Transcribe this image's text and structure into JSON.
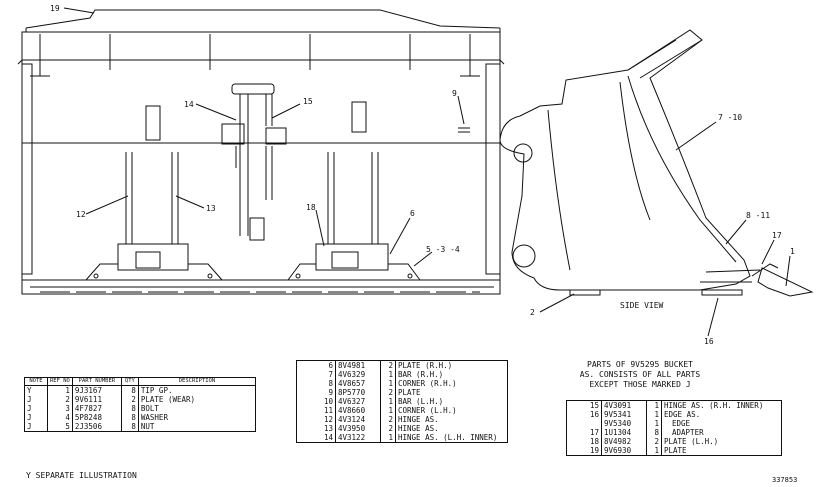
{
  "callouts": {
    "c19": "19",
    "c14": "14",
    "c15": "15",
    "c9": "9",
    "c12": "12",
    "c13": "13",
    "c18": "18",
    "c6": "6",
    "c5": "5 -3 -4",
    "c7": "7 -10",
    "c8": "8 -11",
    "c17": "17",
    "c1": "1",
    "c2": "2",
    "c16": "16"
  },
  "side_view_label": "SIDE VIEW",
  "left_table": {
    "headers": {
      "note": "NOTE",
      "ref": "REF NO",
      "part": "PART NUMBER",
      "qty": "QTY",
      "desc": "DESCRIPTION"
    },
    "rows": [
      {
        "note": "Y",
        "ref": "1",
        "part": "9J3167",
        "qty": "8",
        "desc": "TIP GP."
      },
      {
        "note": "J",
        "ref": "2",
        "part": "9V6111",
        "qty": "2",
        "desc": "PLATE (WEAR)"
      },
      {
        "note": "J",
        "ref": "3",
        "part": "4F7827",
        "qty": "8",
        "desc": "BOLT"
      },
      {
        "note": "J",
        "ref": "4",
        "part": "5P8248",
        "qty": "8",
        "desc": "WASHER"
      },
      {
        "note": "J",
        "ref": "5",
        "part": "2J3506",
        "qty": "8",
        "desc": "NUT"
      }
    ]
  },
  "mid_table": {
    "rows": [
      {
        "ref": "6",
        "part": "8V4981",
        "qty": "2",
        "desc": "PLATE (R.H.)"
      },
      {
        "ref": "7",
        "part": "4V6329",
        "qty": "1",
        "desc": "BAR (R.H.)"
      },
      {
        "ref": "8",
        "part": "4V8657",
        "qty": "1",
        "desc": "CORNER (R.H.)"
      },
      {
        "ref": "9",
        "part": "8P5770",
        "qty": "2",
        "desc": "PLATE"
      },
      {
        "ref": "10",
        "part": "4V6327",
        "qty": "1",
        "desc": "BAR (L.H.)"
      },
      {
        "ref": "11",
        "part": "4V8660",
        "qty": "1",
        "desc": "CORNER (L.H.)"
      },
      {
        "ref": "12",
        "part": "4V3124",
        "qty": "2",
        "desc": "HINGE AS."
      },
      {
        "ref": "13",
        "part": "4V3950",
        "qty": "2",
        "desc": "HINGE AS."
      },
      {
        "ref": "14",
        "part": "4V3122",
        "qty": "1",
        "desc": "HINGE AS. (L.H. INNER)"
      }
    ]
  },
  "parts_note": {
    "line1": "PARTS OF 9V5295 BUCKET",
    "line2": "AS. CONSISTS OF ALL PARTS",
    "line3": "EXCEPT THOSE MARKED J"
  },
  "right_table": {
    "rows": [
      {
        "ref": "15",
        "part": "4V3091",
        "qty": "1",
        "desc": "HINGE AS. (R.H. INNER)"
      },
      {
        "ref": "16",
        "part": "9V5341",
        "qty": "1",
        "desc": "EDGE AS."
      },
      {
        "ref": "",
        "part": "9V5340",
        "qty": "1",
        "desc": "EDGE"
      },
      {
        "ref": "17",
        "part": "1U1304",
        "qty": "8",
        "desc": "ADAPTER"
      },
      {
        "ref": "18",
        "part": "8V4982",
        "qty": "2",
        "desc": "PLATE (L.H.)"
      },
      {
        "ref": "19",
        "part": "9V6930",
        "qty": "1",
        "desc": "PLATE"
      }
    ]
  },
  "footnote": "Y   SEPARATE ILLUSTRATION",
  "drawing_number": "337853"
}
